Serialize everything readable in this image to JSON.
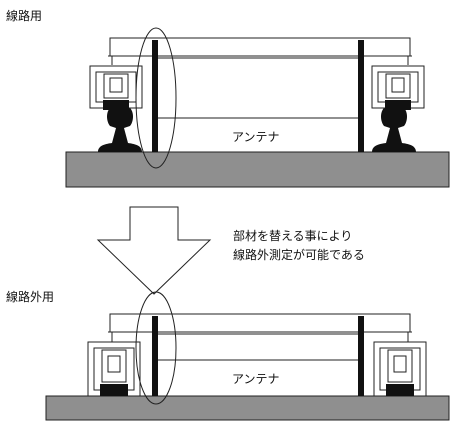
{
  "top": {
    "label": "線路用",
    "antenna_label": "アンテナ"
  },
  "note": {
    "line1": "部材を替える事により",
    "line2": "線路外測定が可能である"
  },
  "bottom": {
    "label": "線路外用",
    "antenna_label": "アンテナ"
  },
  "colors": {
    "ground": "#8f8f8f",
    "rail": "#111111",
    "outline": "#222222"
  }
}
